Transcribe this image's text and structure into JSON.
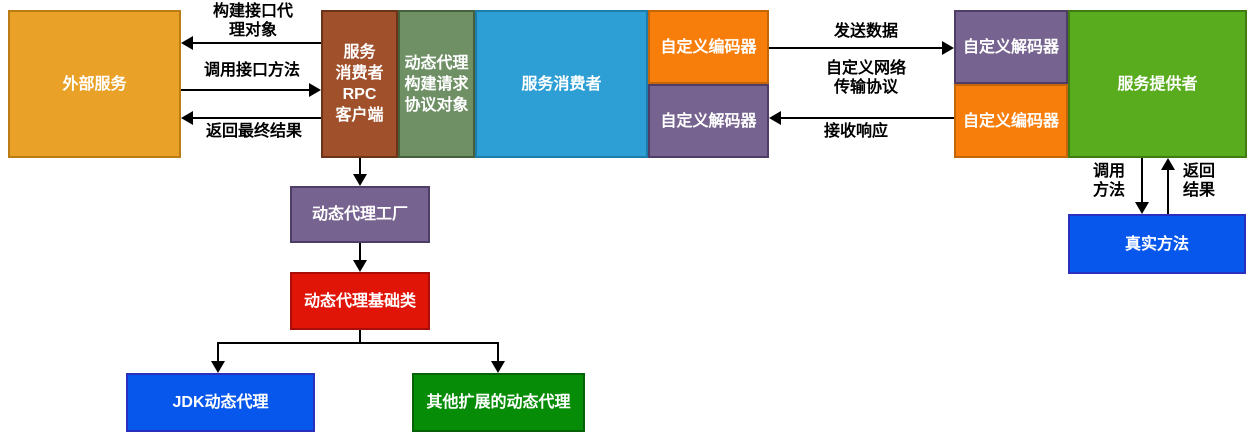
{
  "diagram": {
    "boxes": {
      "external_service": {
        "label": "外部服务",
        "fill": "#E9A227",
        "stroke": "#BC7C15"
      },
      "consumer_rpc_client": {
        "label": "服务\n消费者\nRPC\n客户端",
        "fill": "#A0512B",
        "stroke": "#6B3317"
      },
      "dynamic_proxy_request_builder": {
        "label": "动态代理\n构建请求\n协议对象",
        "fill": "#6F9065",
        "stroke": "#46603C"
      },
      "service_consumer": {
        "label": "服务消费者",
        "fill": "#2E9FD4",
        "stroke": "#1C7CAC"
      },
      "consumer_encoder": {
        "label": "自定义编码器",
        "fill": "#F87E0B",
        "stroke": "#C4650A"
      },
      "consumer_decoder": {
        "label": "自定义解码器",
        "fill": "#77638F",
        "stroke": "#4E3E66"
      },
      "provider_decoder": {
        "label": "自定义解码器",
        "fill": "#77638F",
        "stroke": "#4E3E66"
      },
      "provider_encoder": {
        "label": "自定义编码器",
        "fill": "#F87E0B",
        "stroke": "#C4650A"
      },
      "service_provider": {
        "label": "服务提供者",
        "fill": "#5AAC1F",
        "stroke": "#3F7D12"
      },
      "real_method": {
        "label": "真实方法",
        "fill": "#0857EC",
        "stroke": "#2A2FC0"
      },
      "dynamic_proxy_factory": {
        "label": "动态代理工厂",
        "fill": "#77638F",
        "stroke": "#4E3E66"
      },
      "dynamic_proxy_base": {
        "label": "动态代理基础类",
        "fill": "#E01508",
        "stroke": "#A80F08"
      },
      "jdk_dynamic_proxy": {
        "label": "JDK动态代理",
        "fill": "#0857EC",
        "stroke": "#2A2FC0"
      },
      "other_dynamic_proxy": {
        "label": "其他扩展的动态代理",
        "fill": "#078C07",
        "stroke": "#066206"
      }
    },
    "labels": {
      "build_proxy": "构建接口代\n理对象",
      "call_method": "调用接口方法",
      "return_result": "返回最终结果",
      "send_data": "发送数据",
      "network_protocol": "自定义网络\n传输协议",
      "receive_response": "接收响应",
      "invoke_method": "调用\n方法",
      "return_value": "返回\n结果"
    },
    "line_color": "#000000"
  }
}
